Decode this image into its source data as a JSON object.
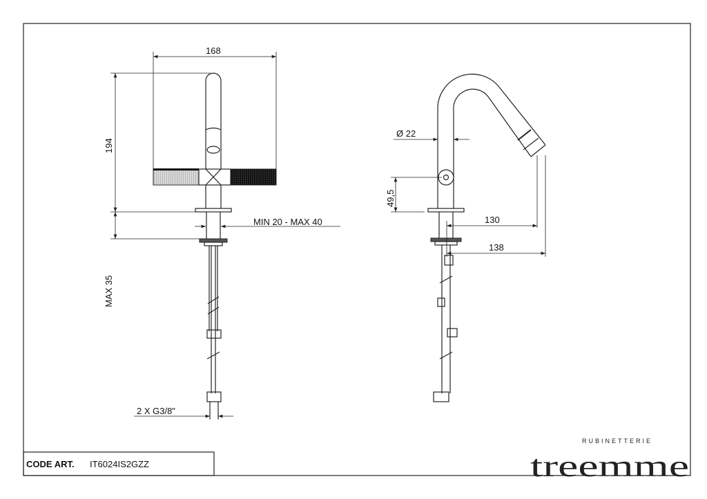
{
  "dimensions": {
    "width_168": "168",
    "height_194": "194",
    "min_max": "MIN 20 - MAX 40",
    "max_35": "MAX 35",
    "connection": "2 X G3/8\"",
    "diameter": "Ø 22",
    "lever_height": "49,5",
    "reach_130": "130",
    "reach_138": "138"
  },
  "title_block": {
    "code_label": "CODE ART.",
    "code_value": "IT6024IS2GZZ"
  },
  "brand": {
    "sub": "RUBINETTERIE",
    "name": "treemme"
  }
}
